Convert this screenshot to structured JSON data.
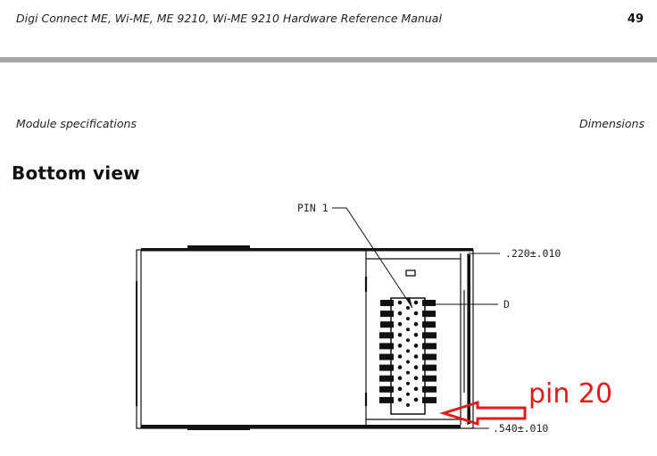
{
  "header": {
    "title": "Digi Connect ME, Wi-ME, ME 9210, Wi-ME 9210 Hardware Reference Manual",
    "page_number": "49"
  },
  "section": {
    "left": "Module specifications",
    "right": "Dimensions"
  },
  "heading": "Bottom view",
  "drawing": {
    "pin1_label": "PIN 1",
    "top_dimension": ".220±.010",
    "bottom_dimension": ".540±.010",
    "right_marker": "D",
    "annotation": "pin 20",
    "annotation_color": "#e11b1b",
    "connector_rows": 10
  }
}
